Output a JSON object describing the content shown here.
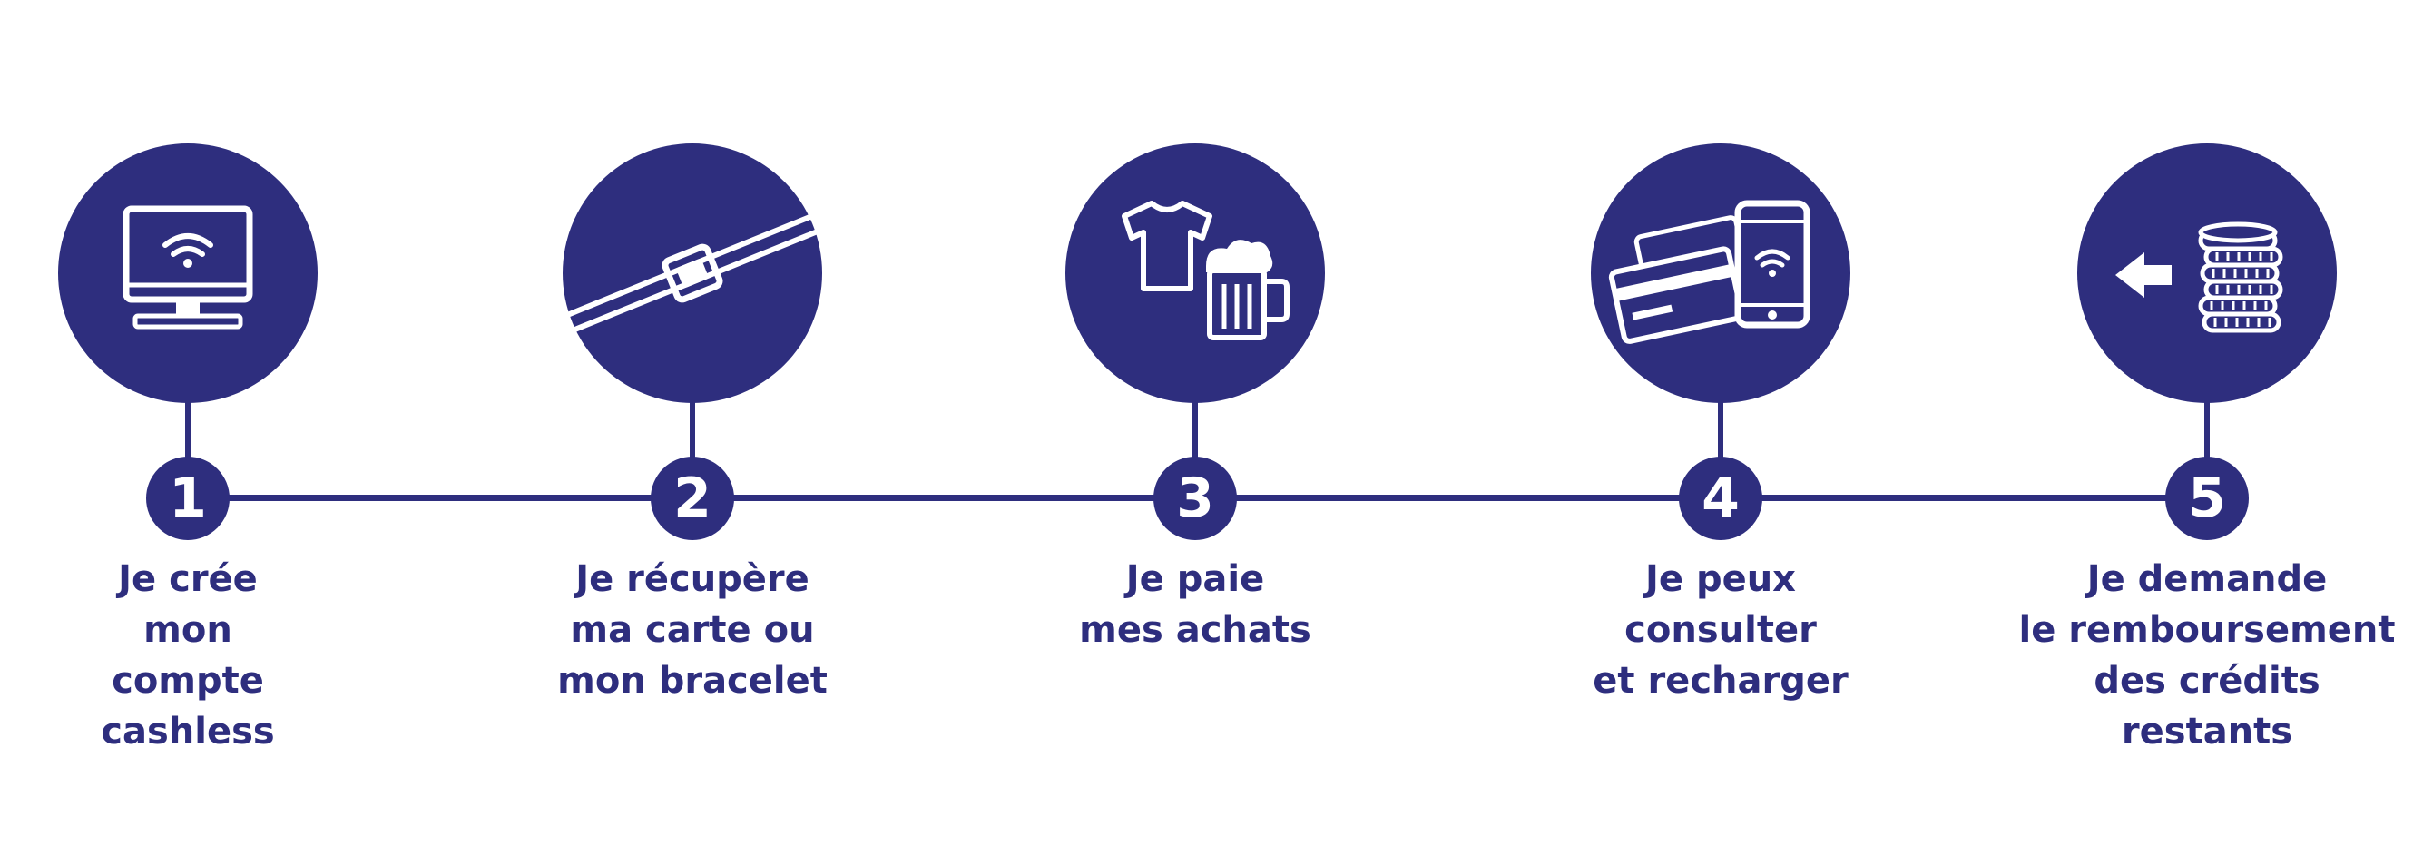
{
  "colors": {
    "primary": "#2e2e7e",
    "background": "#ffffff"
  },
  "steps": [
    {
      "number": "1",
      "icon": "computer-wifi-icon",
      "lines": [
        "Je crée",
        "mon",
        "compte",
        "cashless"
      ]
    },
    {
      "number": "2",
      "icon": "wristband-icon",
      "lines": [
        "Je récupère",
        "ma carte ou",
        "mon bracelet"
      ]
    },
    {
      "number": "3",
      "icon": "tshirt-beer-icon",
      "lines": [
        "Je paie",
        "mes achats"
      ]
    },
    {
      "number": "4",
      "icon": "card-phone-icon",
      "lines": [
        "Je peux",
        "consulter",
        "et recharger"
      ]
    },
    {
      "number": "5",
      "icon": "refund-coins-icon",
      "lines": [
        "Je demande",
        "le remboursement",
        "des crédits",
        "restants"
      ]
    }
  ]
}
